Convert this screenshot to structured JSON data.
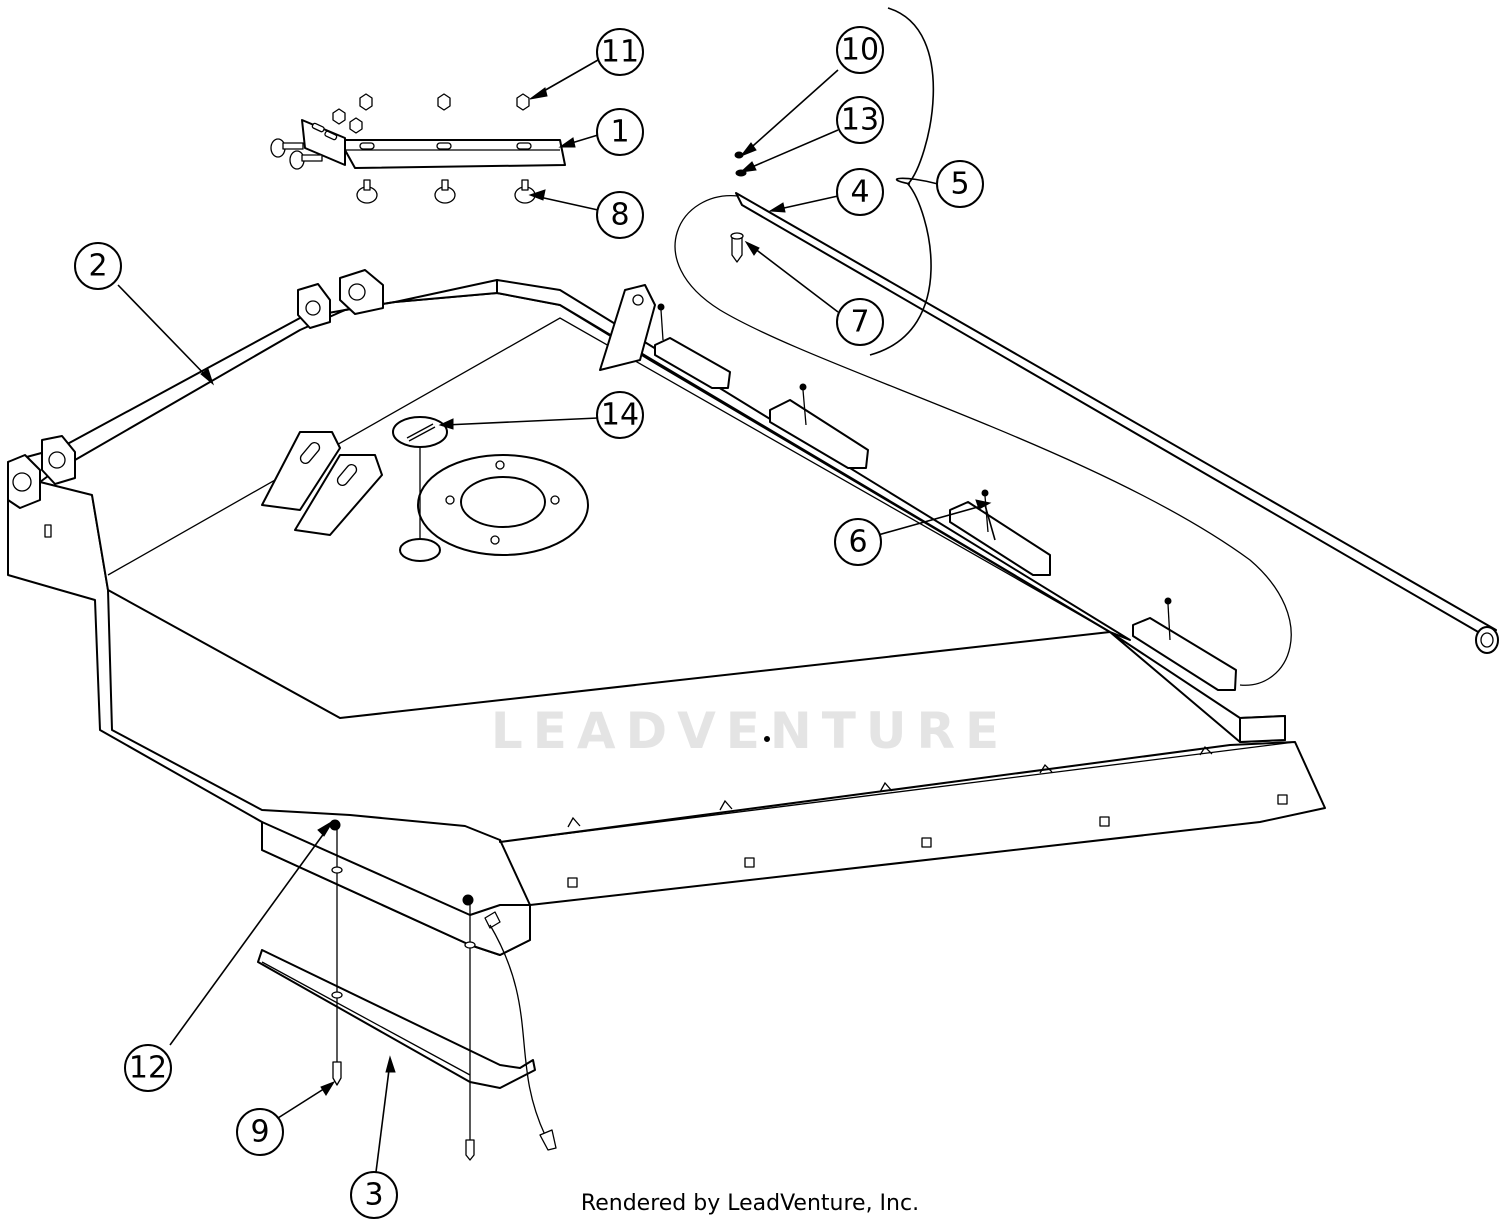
{
  "diagram": {
    "callouts": [
      {
        "id": "c11",
        "label": "11"
      },
      {
        "id": "c1",
        "label": "1"
      },
      {
        "id": "c8",
        "label": "8"
      },
      {
        "id": "c10",
        "label": "10"
      },
      {
        "id": "c13",
        "label": "13"
      },
      {
        "id": "c4",
        "label": "4"
      },
      {
        "id": "c5",
        "label": "5"
      },
      {
        "id": "c7",
        "label": "7"
      },
      {
        "id": "c2",
        "label": "2"
      },
      {
        "id": "c14",
        "label": "14"
      },
      {
        "id": "c6",
        "label": "6"
      },
      {
        "id": "c12",
        "label": "12"
      },
      {
        "id": "c9",
        "label": "9"
      },
      {
        "id": "c3",
        "label": "3"
      }
    ],
    "watermark": "LEADVENTURE",
    "credit": "Rendered by LeadVenture, Inc."
  }
}
